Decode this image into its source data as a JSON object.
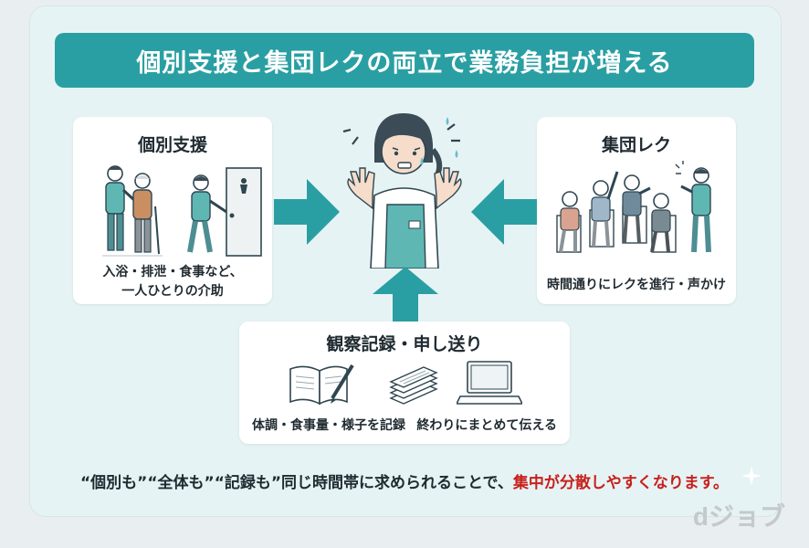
{
  "title": "個別支援と集団レクの両立で業務負担が増える",
  "left_card": {
    "title": "個別支援",
    "caption_line1": "入浴・排泄・食事など、",
    "caption_line2": "一人ひとりの介助"
  },
  "right_card": {
    "title": "集団レク",
    "caption": "時間通りにレクを進行・声かけ"
  },
  "bottom_card": {
    "title": "観察記録・申し送り",
    "caption_left": "体調・食事量・様子を記録",
    "caption_right": "終わりにまとめて伝える"
  },
  "footer": {
    "text": "“個別も”“全体も”“記録も”同じ時間帯に求められることで、",
    "highlight": "集中が分散しやすくなります。"
  },
  "brand": "dジョブ",
  "colors": {
    "teal": "#2a9fa3",
    "background": "#e6f3f4",
    "highlight_red": "#c8201c"
  },
  "icons": [
    "caregiver-with-elder-icon",
    "toilet-door-icon",
    "stressed-caregiver-icon",
    "group-exercise-icon",
    "notebook-pen-icon",
    "paper-stack-icon",
    "laptop-icon"
  ]
}
